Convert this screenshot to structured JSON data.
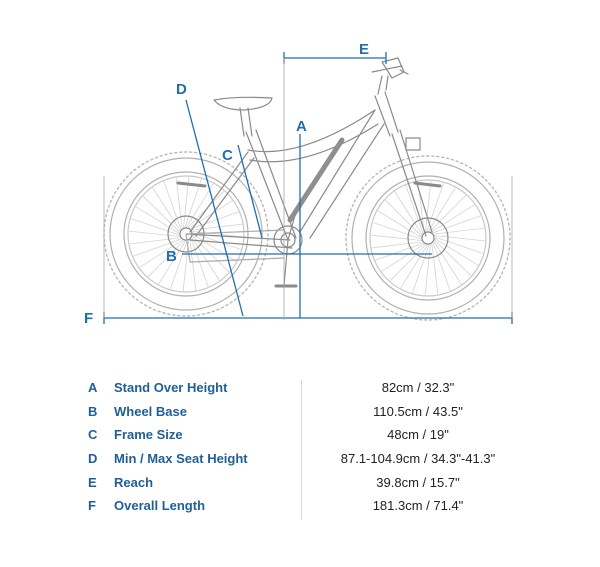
{
  "colors": {
    "accent": "#1f6fb0",
    "label": "#1f5f98",
    "frame": "#8a8a8a",
    "tire": "#b8b8b8"
  },
  "diagram": {
    "letters": {
      "a": "A",
      "b": "B",
      "c": "C",
      "d": "D",
      "e": "E",
      "f": "F"
    }
  },
  "specs": [
    {
      "code": "A",
      "label": "Stand Over Height",
      "value": "82cm / 32.3\""
    },
    {
      "code": "B",
      "label": "Wheel Base",
      "value": "110.5cm / 43.5\""
    },
    {
      "code": "C",
      "label": "Frame Size",
      "value": "48cm / 19\""
    },
    {
      "code": "D",
      "label": "Min / Max Seat Height",
      "value": "87.1-104.9cm / 34.3\"-41.3\""
    },
    {
      "code": "E",
      "label": "Reach",
      "value": "39.8cm / 15.7\""
    },
    {
      "code": "F",
      "label": "Overall Length",
      "value": "181.3cm / 71.4\""
    }
  ]
}
